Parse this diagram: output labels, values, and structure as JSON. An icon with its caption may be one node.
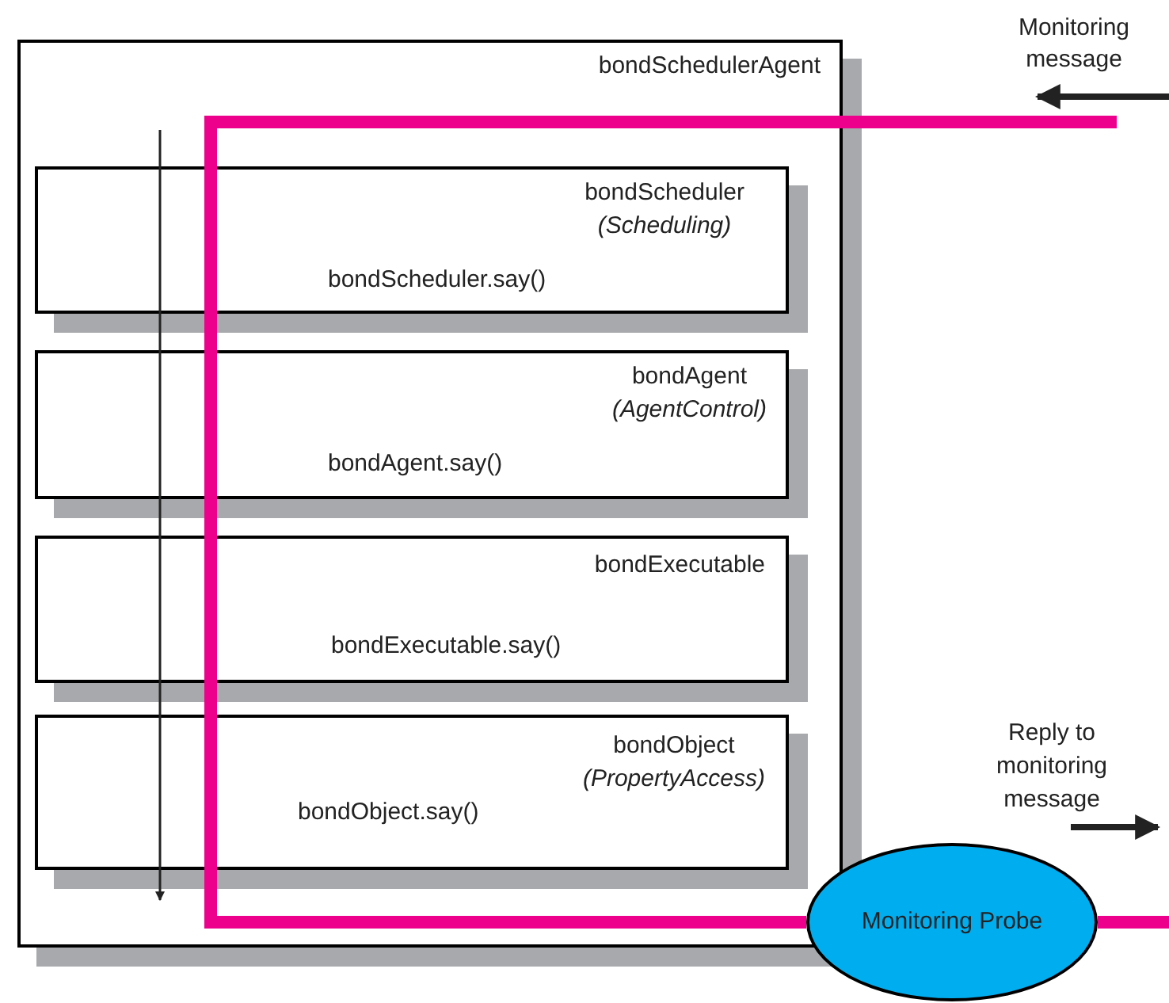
{
  "diagram": {
    "nodes": [
      {
        "text": [
          "bondSchedulerAgent"
        ]
      },
      {
        "text": [
          "bondScheduler",
          "(Scheduling)",
          "bondScheduler.say()"
        ],
        "in": 0
      },
      {
        "text": [
          "bondAgent",
          "(AgentControl)",
          "bondAgent.say()"
        ],
        "in": 0
      },
      {
        "text": [
          "bondExecutable",
          "bondExecutable.say()"
        ],
        "in": 0
      },
      {
        "text": [
          "bondObject",
          "(PropertyAccess)",
          "bondObject.say()"
        ],
        "in": 0
      },
      {
        "text": [
          "Monitoring Probe"
        ]
      }
    ],
    "edges": [
      {
        "from": null,
        "to": 5,
        "arrow": "none"
      },
      {
        "from": 5,
        "to": null,
        "arrow": "none"
      }
    ],
    "labels": [
      "Monitoring message",
      "Reply to monitoring message"
    ]
  }
}
